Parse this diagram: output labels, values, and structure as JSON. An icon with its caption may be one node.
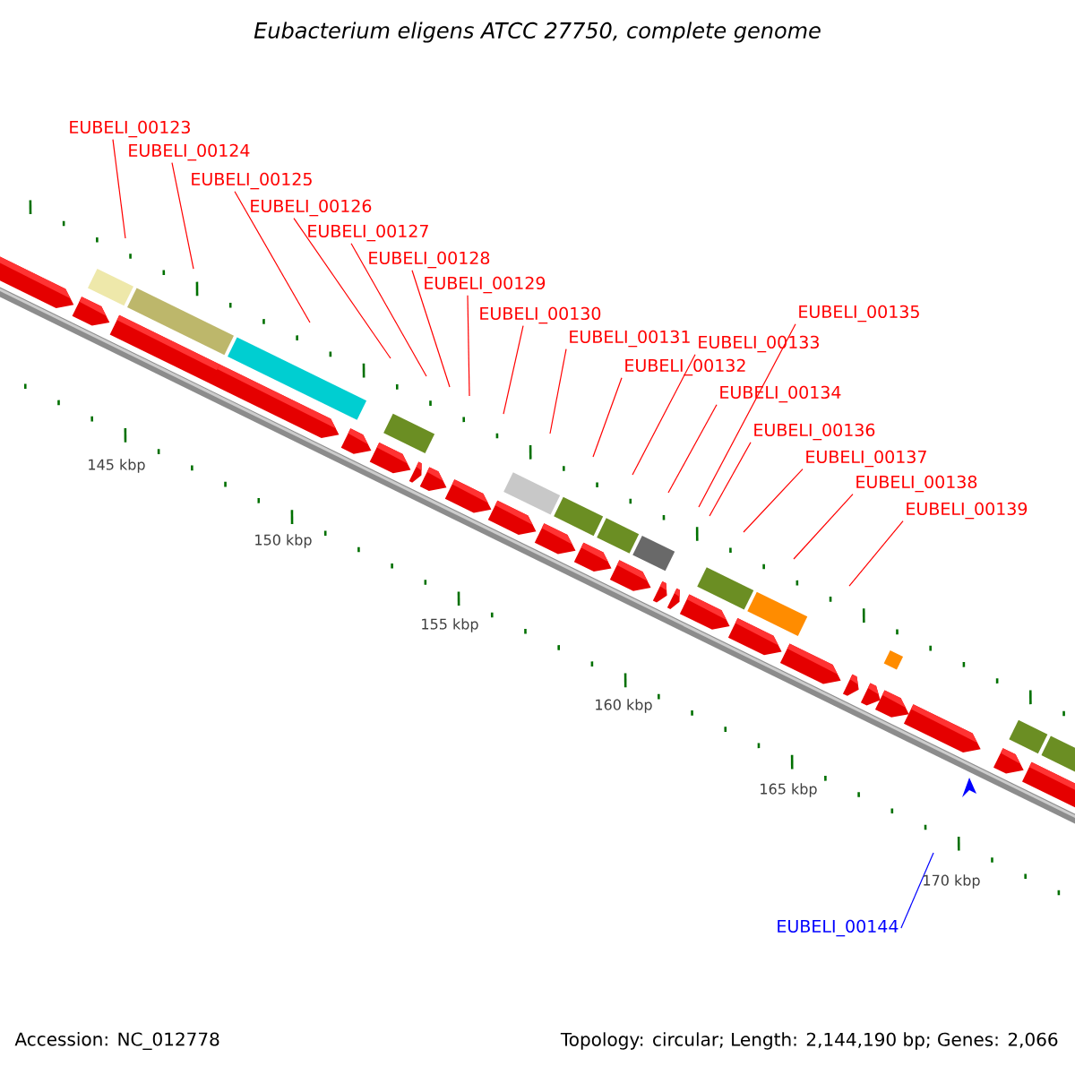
{
  "diagram": {
    "title": "Eubacterium eligens ATCC 27750, complete genome",
    "nodes": [
      {
        "text": [
          "EUBELI_00123"
        ]
      },
      {
        "text": [
          "EUBELI_00124"
        ]
      },
      {
        "text": [
          "EUBELI_00125"
        ]
      },
      {
        "text": [
          "EUBELI_00126"
        ]
      },
      {
        "text": [
          "EUBELI_00127"
        ]
      },
      {
        "text": [
          "EUBELI_00128"
        ]
      },
      {
        "text": [
          "EUBELI_00129"
        ]
      },
      {
        "text": [
          "EUBELI_00130"
        ]
      },
      {
        "text": [
          "EUBELI_00131"
        ]
      },
      {
        "text": [
          "EUBELI_00132"
        ]
      },
      {
        "text": [
          "EUBELI_00133"
        ]
      },
      {
        "text": [
          "EUBELI_00134"
        ]
      },
      {
        "text": [
          "EUBELI_00135"
        ]
      },
      {
        "text": [
          "EUBELI_00136"
        ]
      },
      {
        "text": [
          "EUBELI_00137"
        ]
      },
      {
        "text": [
          "EUBELI_00138"
        ]
      },
      {
        "text": [
          "EUBELI_00139"
        ]
      },
      {
        "text": [
          "EUBELI_00144"
        ]
      }
    ],
    "edges": [
      {
        "from": 0,
        "to": null,
        "arrow": "none"
      },
      {
        "from": 1,
        "to": null,
        "arrow": "none"
      },
      {
        "from": 2,
        "to": null,
        "arrow": "none"
      },
      {
        "from": 3,
        "to": null,
        "arrow": "none"
      },
      {
        "from": 4,
        "to": null,
        "arrow": "none"
      },
      {
        "from": 5,
        "to": null,
        "arrow": "none"
      },
      {
        "from": 6,
        "to": null,
        "arrow": "none"
      },
      {
        "from": 7,
        "to": null,
        "arrow": "none"
      },
      {
        "from": 8,
        "to": null,
        "arrow": "none"
      },
      {
        "from": 9,
        "to": null,
        "arrow": "none"
      },
      {
        "from": 10,
        "to": null,
        "arrow": "none"
      },
      {
        "from": 11,
        "to": null,
        "arrow": "none"
      },
      {
        "from": 12,
        "to": null,
        "arrow": "none"
      },
      {
        "from": 13,
        "to": null,
        "arrow": "none"
      },
      {
        "from": 14,
        "to": null,
        "arrow": "none"
      },
      {
        "from": 15,
        "to": null,
        "arrow": "none"
      },
      {
        "from": 16,
        "to": null,
        "arrow": "none"
      },
      {
        "from": 17,
        "to": null,
        "arrow": "none",
        "color": "#0000ff"
      }
    ],
    "labels": [
      "145 kbp",
      "150 kbp",
      "155 kbp",
      "160 kbp",
      "165 kbp",
      "170 kbp",
      "Accession: NC_012778",
      "Topology: circular; Length: 2,144,190 bp; Genes: 2,066"
    ]
  }
}
